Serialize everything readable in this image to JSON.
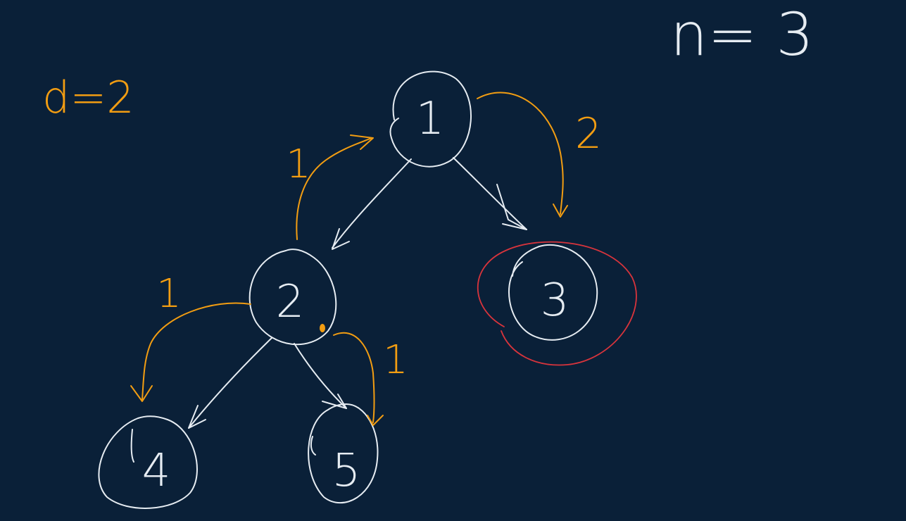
{
  "board": {
    "background": "#0a2038",
    "colors": {
      "tree_ink": "#e6ecf2",
      "traversal_ink": "#f29d12",
      "highlight_ink": "#d8343c"
    }
  },
  "annotations": {
    "d_label": "d=2",
    "n_label": "n= 3"
  },
  "tree": {
    "nodes": [
      {
        "id": "1",
        "label": "1",
        "highlighted": false
      },
      {
        "id": "2",
        "label": "2",
        "highlighted": false
      },
      {
        "id": "3",
        "label": "3",
        "highlighted": true
      },
      {
        "id": "4",
        "label": "4",
        "highlighted": false
      },
      {
        "id": "5",
        "label": "5",
        "highlighted": false
      }
    ],
    "edges": [
      {
        "from": "1",
        "to": "2"
      },
      {
        "from": "1",
        "to": "3"
      },
      {
        "from": "2",
        "to": "4"
      },
      {
        "from": "2",
        "to": "5"
      }
    ]
  },
  "distances": {
    "to_1": "1",
    "to_3": "2",
    "to_4": "1",
    "to_5": "1"
  }
}
